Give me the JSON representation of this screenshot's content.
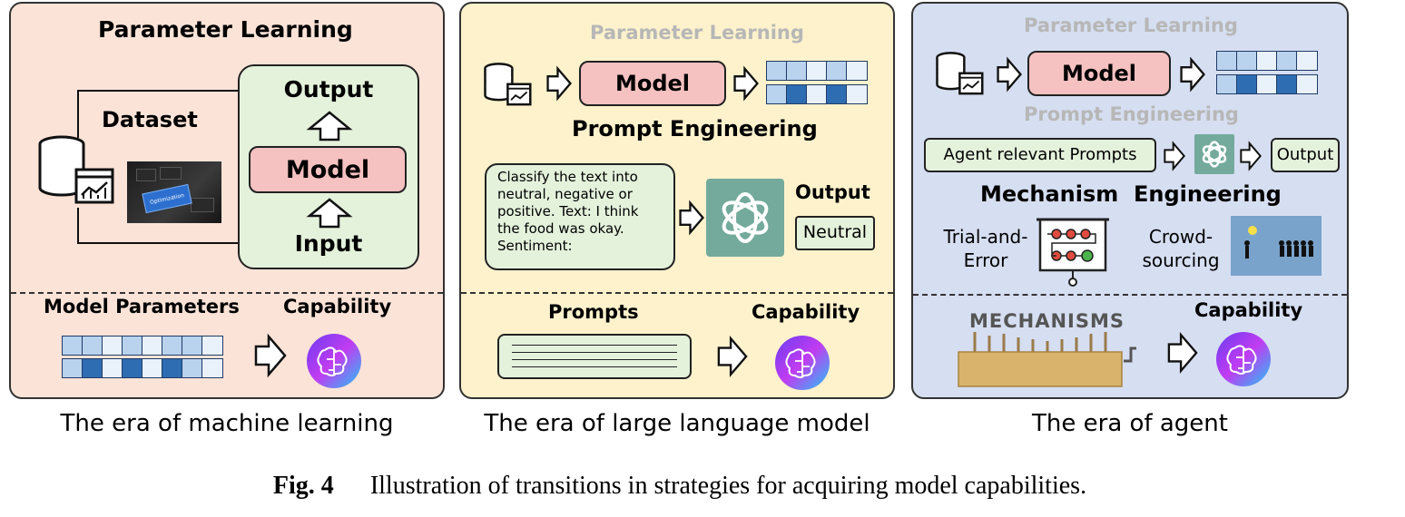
{
  "colors": {
    "panel_ml": "#fbe3d8",
    "panel_llm": "#fdf2cc",
    "panel_agent": "#d6def1",
    "model_fill": "#f6c1c1",
    "green_fill": "#e4f2dc",
    "vec_light": "#b9d2ee",
    "vec_dark": "#2f6db2",
    "vec_pale": "#e9f1fa"
  },
  "panels": {
    "ml": {
      "title": "Parameter Learning",
      "dataset": "Dataset",
      "optimization": "Optimization",
      "output": "Output",
      "model": "Model",
      "input": "Input",
      "model_parameters": "Model Parameters",
      "capability": "Capability",
      "era": "The era of machine learning"
    },
    "llm": {
      "faded_title": "Parameter Learning",
      "model": "Model",
      "title": "Prompt Engineering",
      "prompt_lines": [
        "Classify  the text into",
        "neutral, negative or",
        "positive. Text: I think",
        "the food was okay.",
        "Sentiment:"
      ],
      "output": "Output",
      "neutral": "Neutral",
      "prompts": "Prompts",
      "capability": "Capability",
      "era": "The era of large language model"
    },
    "agent": {
      "faded_title": "Parameter Learning",
      "model": "Model",
      "faded_prompt": "Prompt Engineering",
      "agent_prompts": "Agent relevant Prompts",
      "output": "Output",
      "title": "Mechanism  Engineering",
      "trial_line1": "Trial-and-",
      "trial_line2": "Error",
      "crowd_line1": "Crowd-",
      "crowd_line2": "sourcing",
      "mechanisms_word": "MECHANISMS",
      "capability": "Capability",
      "era": "The era of agent"
    }
  },
  "caption": {
    "label": "Fig. 4",
    "text": "Illustration of transitions in strategies for acquiring model capabilities."
  }
}
